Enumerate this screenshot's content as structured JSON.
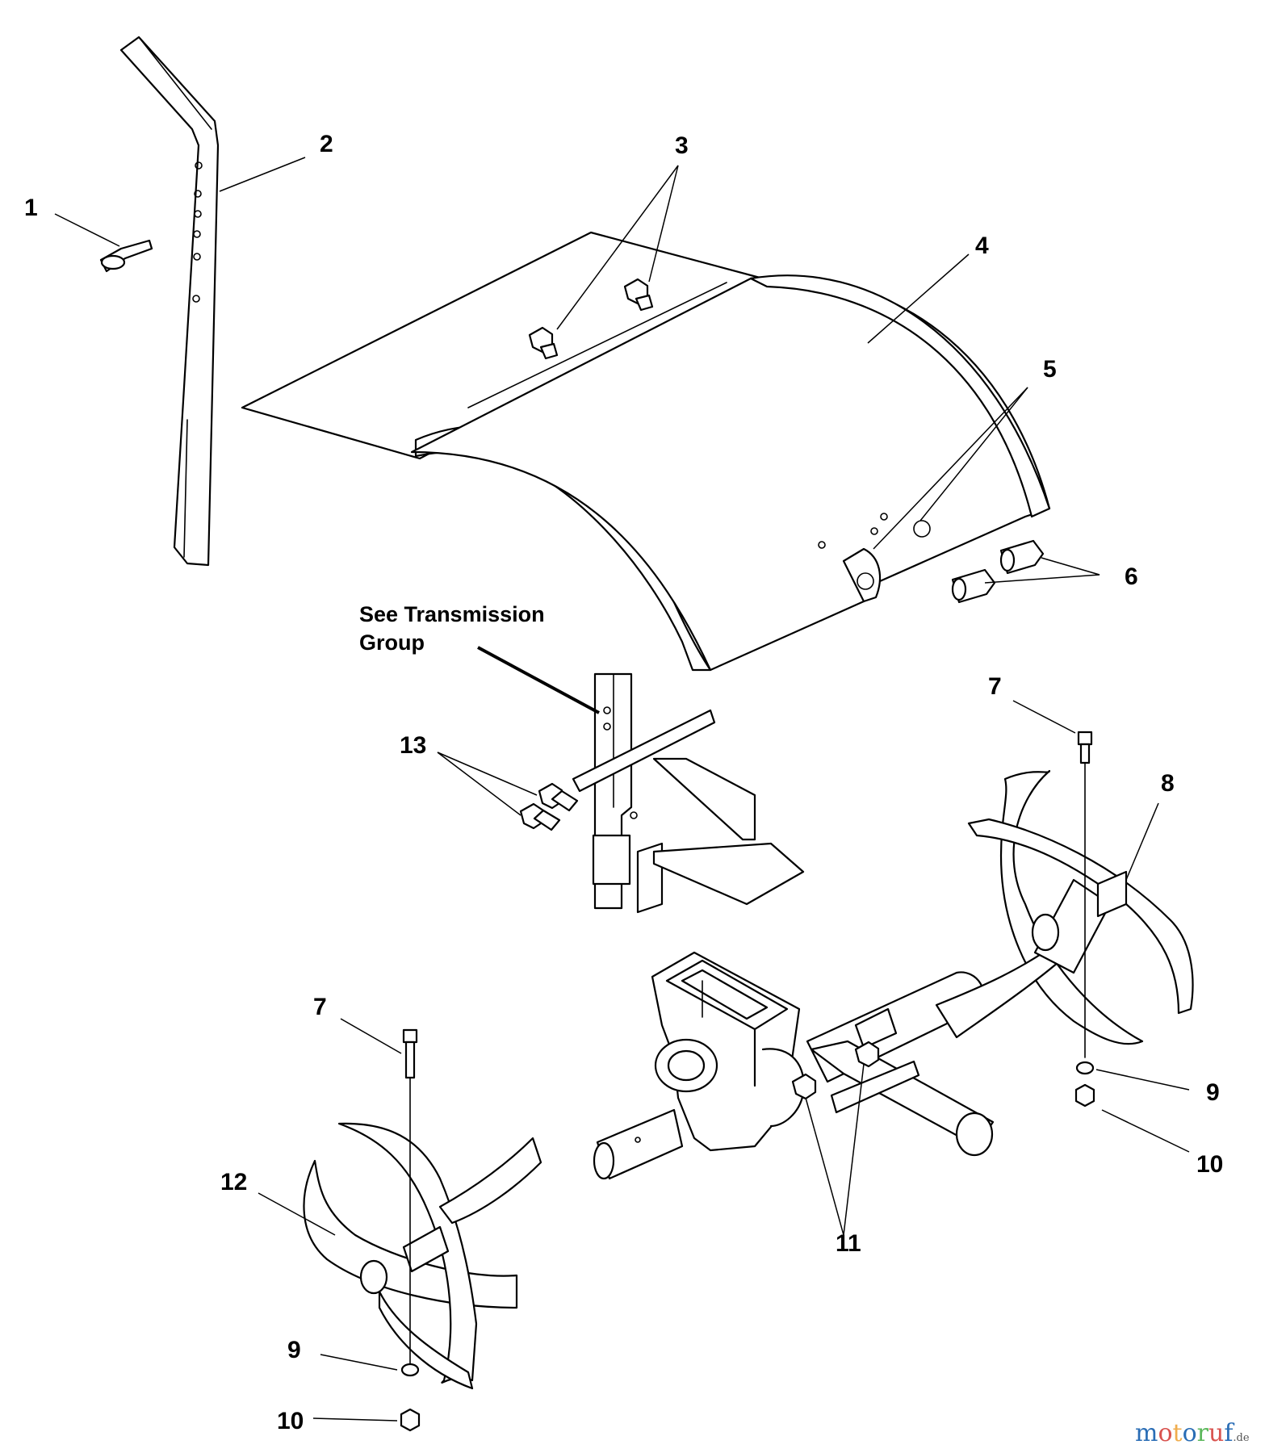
{
  "callouts": [
    "1",
    "2",
    "3",
    "4",
    "5",
    "6",
    "7",
    "7",
    "8",
    "9",
    "9",
    "10",
    "10",
    "11",
    "12",
    "13"
  ],
  "note": {
    "line1": "See Transmission",
    "line2": "Group"
  },
  "watermark": {
    "letters": [
      "m",
      "o",
      "t",
      "o",
      "r",
      "u",
      "f"
    ],
    "colors": [
      "#2a6db5",
      "#d9534f",
      "#f0ad4e",
      "#2a6db5",
      "#5cb85c",
      "#d9534f",
      "#2a6db5"
    ],
    "suffix": ".de"
  }
}
